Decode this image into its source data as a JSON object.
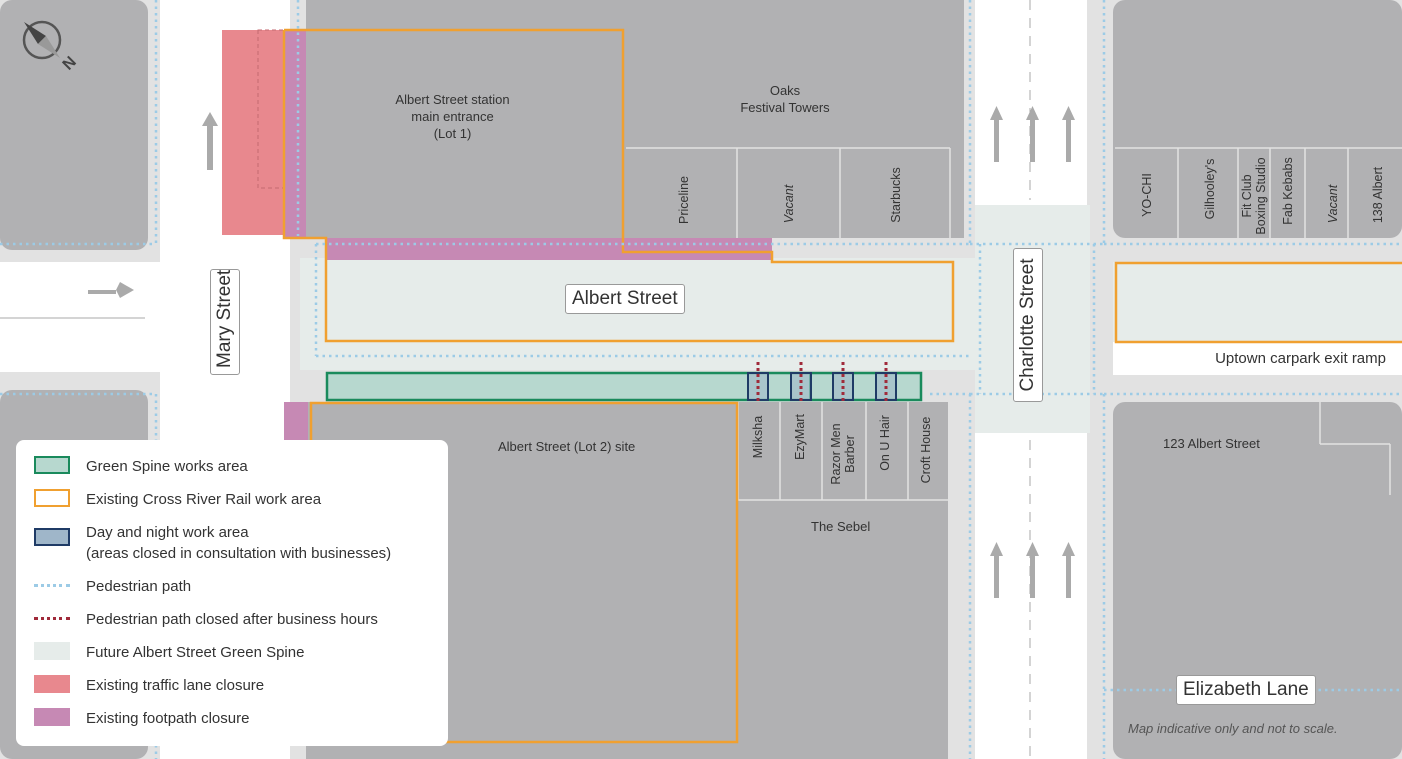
{
  "colors": {
    "block": "#b1b1b3",
    "road": "#ffffff",
    "footpath": "#e2e2e2",
    "green_spine_fill": "#b7d8cf",
    "green_spine_border": "#1a8a5c",
    "crossriver_border": "#f0a030",
    "day_night_fill": "#9fb6c9",
    "day_night_border": "#1f3b66",
    "ped_path": "#9ccbe6",
    "ped_closed": "#a02a3a",
    "future_spine": "#e6ecea",
    "traffic_closure": "#e8888e",
    "footpath_closure": "#c689b4"
  },
  "compass": {
    "icon": "compass-north-icon",
    "letter": "N"
  },
  "streets": {
    "mary": "Mary Street",
    "albert": "Albert Street",
    "charlotte": "Charlotte Street",
    "elizabeth": "Elizabeth Lane"
  },
  "buildings": {
    "albert_station": [
      "Albert Street station",
      "main entrance",
      "(Lot 1)"
    ],
    "oaks": [
      "Oaks",
      "Festival Towers"
    ],
    "lot2": "Albert Street (Lot 2) site",
    "sebel": "The Sebel",
    "albert123": "123 Albert Street",
    "uptown": "Uptown carpark exit ramp"
  },
  "shops_north": [
    {
      "name": "Priceline",
      "italic": false
    },
    {
      "name": "Vacant",
      "italic": true
    },
    {
      "name": "Starbucks",
      "italic": false
    }
  ],
  "shops_east": [
    {
      "name": "YO-CHI",
      "italic": false
    },
    {
      "name": "Gilhooley's",
      "italic": false
    },
    {
      "name": "Fit Club Boxing Studio",
      "lines": [
        "Fit Club",
        "Boxing Studio"
      ],
      "italic": false
    },
    {
      "name": "Fab Kebabs",
      "italic": false
    },
    {
      "name": "Vacant",
      "italic": true
    },
    {
      "name": "138 Albert",
      "italic": false
    }
  ],
  "shops_south": [
    {
      "name": "Milksha",
      "lines": [
        "Milksha"
      ]
    },
    {
      "name": "EzyMart",
      "lines": [
        "EzyMart"
      ]
    },
    {
      "name": "Razor Men Barber",
      "lines": [
        "Razor Men",
        "Barber"
      ]
    },
    {
      "name": "On U Hair",
      "lines": [
        "On U Hair"
      ]
    },
    {
      "name": "Croft House",
      "lines": [
        "Croft House"
      ]
    }
  ],
  "legend": {
    "items": [
      {
        "label": "Green Spine works area",
        "kind": "green"
      },
      {
        "label": "Existing Cross River Rail work area",
        "kind": "orange"
      },
      {
        "label": "Day and night work area",
        "label2": "(areas closed in consultation with businesses)",
        "kind": "daynight"
      },
      {
        "label": "Pedestrian path",
        "kind": "ped"
      },
      {
        "label": "Pedestrian path closed after business hours",
        "kind": "pedclosed"
      },
      {
        "label": "Future Albert Street Green Spine",
        "kind": "future"
      },
      {
        "label": "Existing traffic lane closure",
        "kind": "traffic"
      },
      {
        "label": "Existing footpath closure",
        "kind": "footpath"
      }
    ]
  },
  "note": "Map indicative only and not to scale."
}
